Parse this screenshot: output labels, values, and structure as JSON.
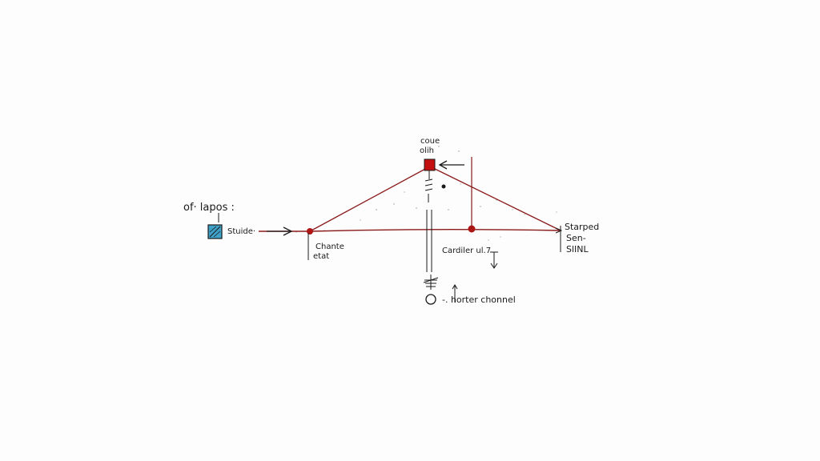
{
  "labels": {
    "left_title": "of· lapos :",
    "left_box_label": "Stuide·",
    "left_node_line1": "Chante",
    "left_node_line2": "etat",
    "top_line1": "coue",
    "top_line2": "olih",
    "right_line1": "Starped",
    "right_line2": "Sen-",
    "right_line3": "SlINL",
    "mid_label": "Cardiler ul.7",
    "bottom_label": "-. horter chonnel"
  },
  "colors": {
    "ink": "#1a1a1a",
    "wire": "#8b1a1a",
    "node": "#b01515",
    "top_node": "#c41010",
    "box_fill": "#3fa0c8"
  },
  "icons": {
    "left_box": "hatched-square-icon",
    "top_node": "red-square-node-icon",
    "bottom_node": "hollow-circle-icon",
    "coil": "spring-coil-icon"
  }
}
